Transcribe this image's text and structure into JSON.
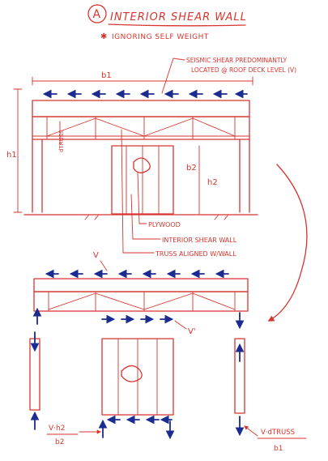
{
  "header": {
    "badge": "A",
    "title": "INTERIOR SHEAR WALL",
    "note_star": "✱",
    "note": "IGNORING SELF WEIGHT"
  },
  "annotations": {
    "seismic_line1": "SEISMIC SHEAR PREDOMINANTLY",
    "seismic_line2": "LOCATED @ ROOF DECK LEVEL (V)",
    "plywood": "PLYWOOD",
    "interior_shear_wall": "INTERIOR SHEAR WALL",
    "truss_aligned": "TRUSS ALIGNED W/WALL"
  },
  "dimensions": {
    "b1_top": "b1",
    "h1": "h1",
    "d_truss": "dTRUSS",
    "b2": "b2",
    "h2": "h2"
  },
  "fbd": {
    "v_left": "V",
    "v_mid": "V'",
    "eq_left_num": "V·h2",
    "eq_left_den": "b2",
    "eq_right_num": "V·dTRUSS",
    "eq_right_den": "b1"
  },
  "colors": {
    "sketch_red": "#d8342f",
    "force_blue": "#1b2b8f"
  }
}
